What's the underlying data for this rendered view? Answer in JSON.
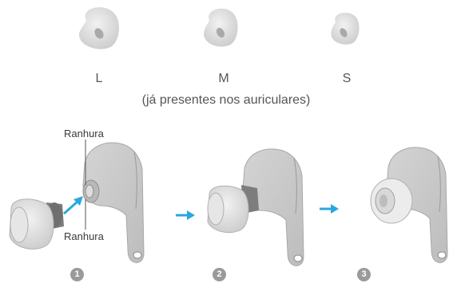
{
  "sizes": [
    "L",
    "M",
    "S"
  ],
  "note": "(já presentes nos auriculares)",
  "callouts": {
    "top": "Ranhura",
    "bottom": "Ranhura"
  },
  "steps": [
    "1",
    "2",
    "3"
  ],
  "colors": {
    "arrow": "#2aa7df",
    "body": "#c9c9c9",
    "tip": "#e8e8e8",
    "outline": "#9a9a9a"
  }
}
